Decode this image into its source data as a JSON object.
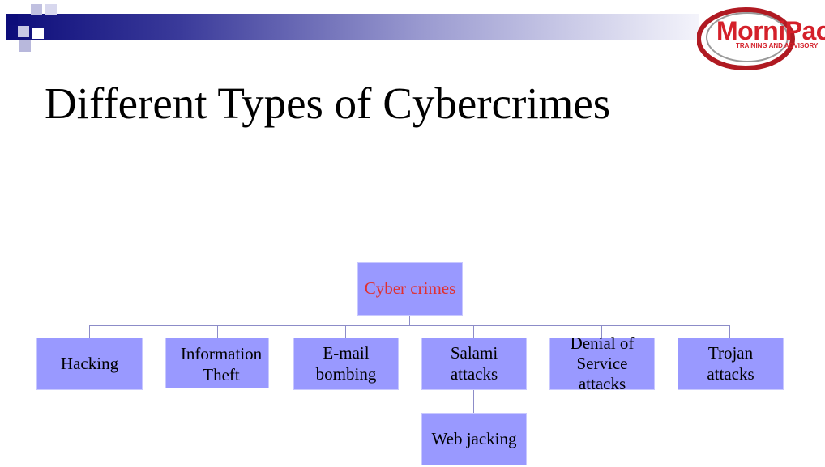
{
  "slide": {
    "title": "Different Types of Cybercrimes"
  },
  "logo": {
    "name": "MorniPac",
    "tagline": "TRAINING AND ADVISORY"
  },
  "diagram": {
    "root": "Cyber crimes",
    "children": [
      {
        "label": "Hacking"
      },
      {
        "label": "Information Theft"
      },
      {
        "label": "E-mail bombing"
      },
      {
        "label": "Salami attacks",
        "children": [
          {
            "label": "Web jacking"
          }
        ]
      },
      {
        "label": "Denial of Service attacks"
      },
      {
        "label": "Trojan attacks"
      }
    ]
  },
  "colors": {
    "box_fill": "#9999ff",
    "root_text": "#e03030",
    "band_dark": "#0d0d7a",
    "logo_red": "#d4202a"
  }
}
